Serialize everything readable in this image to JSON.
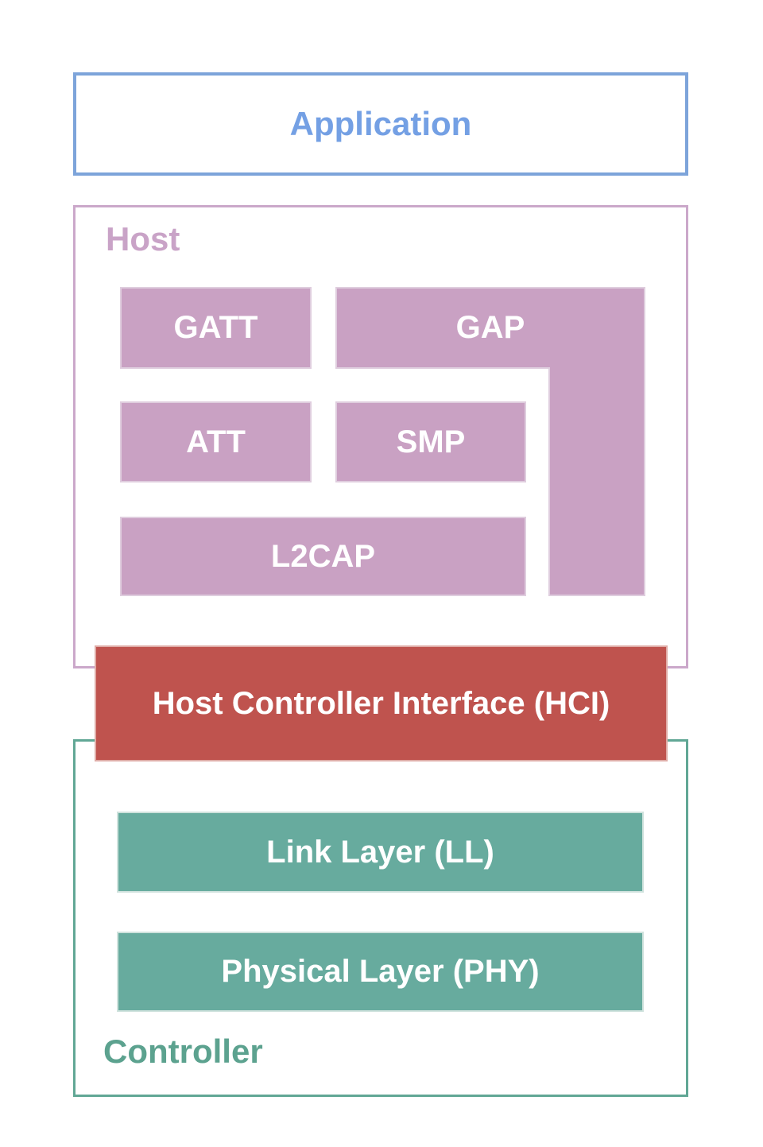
{
  "application": {
    "label": "Application"
  },
  "host": {
    "label": "Host",
    "blocks": {
      "gatt": "GATT",
      "gap": "GAP",
      "att": "ATT",
      "smp": "SMP",
      "l2cap": "L2CAP"
    }
  },
  "hci": {
    "label": "Host Controller Interface (HCI)"
  },
  "controller": {
    "label": "Controller",
    "blocks": {
      "link_layer": "Link Layer (LL)",
      "physical_layer": "Physical Layer (PHY)"
    }
  },
  "colors": {
    "application_border": "#7da4da",
    "application_text": "#74a0e4",
    "host_border": "#cba8ca",
    "host_text": "#c9a3c7",
    "host_block_fill": "#c9a1c3",
    "host_block_edge": "#dfcdde",
    "hci_fill": "#bf534e",
    "hci_edge": "#dfaca7",
    "controller_border": "#61a795",
    "controller_text": "#5ca28f",
    "controller_block_fill": "#67ab9e",
    "controller_block_edge": "#cfe2dd",
    "block_text": "#ffffff"
  }
}
